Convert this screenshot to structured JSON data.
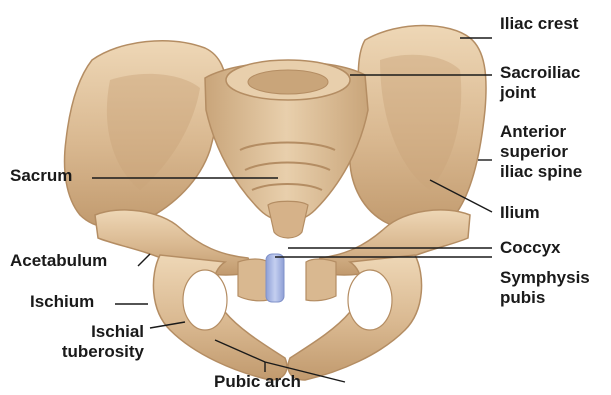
{
  "labels": {
    "iliac_crest": "Iliac crest",
    "sacroiliac_joint": [
      "Sacroiliac",
      "joint"
    ],
    "anterior_superior_iliac_spine": [
      "Anterior",
      "superior",
      "iliac spine"
    ],
    "ilium": "Ilium",
    "coccyx": "Coccyx",
    "symphysis_pubis": [
      "Symphysis",
      "pubis"
    ],
    "sacrum": "Sacrum",
    "acetabulum": "Acetabulum",
    "ischium": "Ischium",
    "ischial_tuberosity": [
      "Ischial",
      "tuberosity"
    ],
    "pubic_arch": "Pubic arch"
  },
  "colors": {
    "bone": "#d9b890",
    "bone_light": "#ecd3b0",
    "bone_shadow": "#b48d63",
    "cartilage": "#a9b8e6",
    "leader_line": "#1a1a1a",
    "text": "#1a1a1a"
  }
}
